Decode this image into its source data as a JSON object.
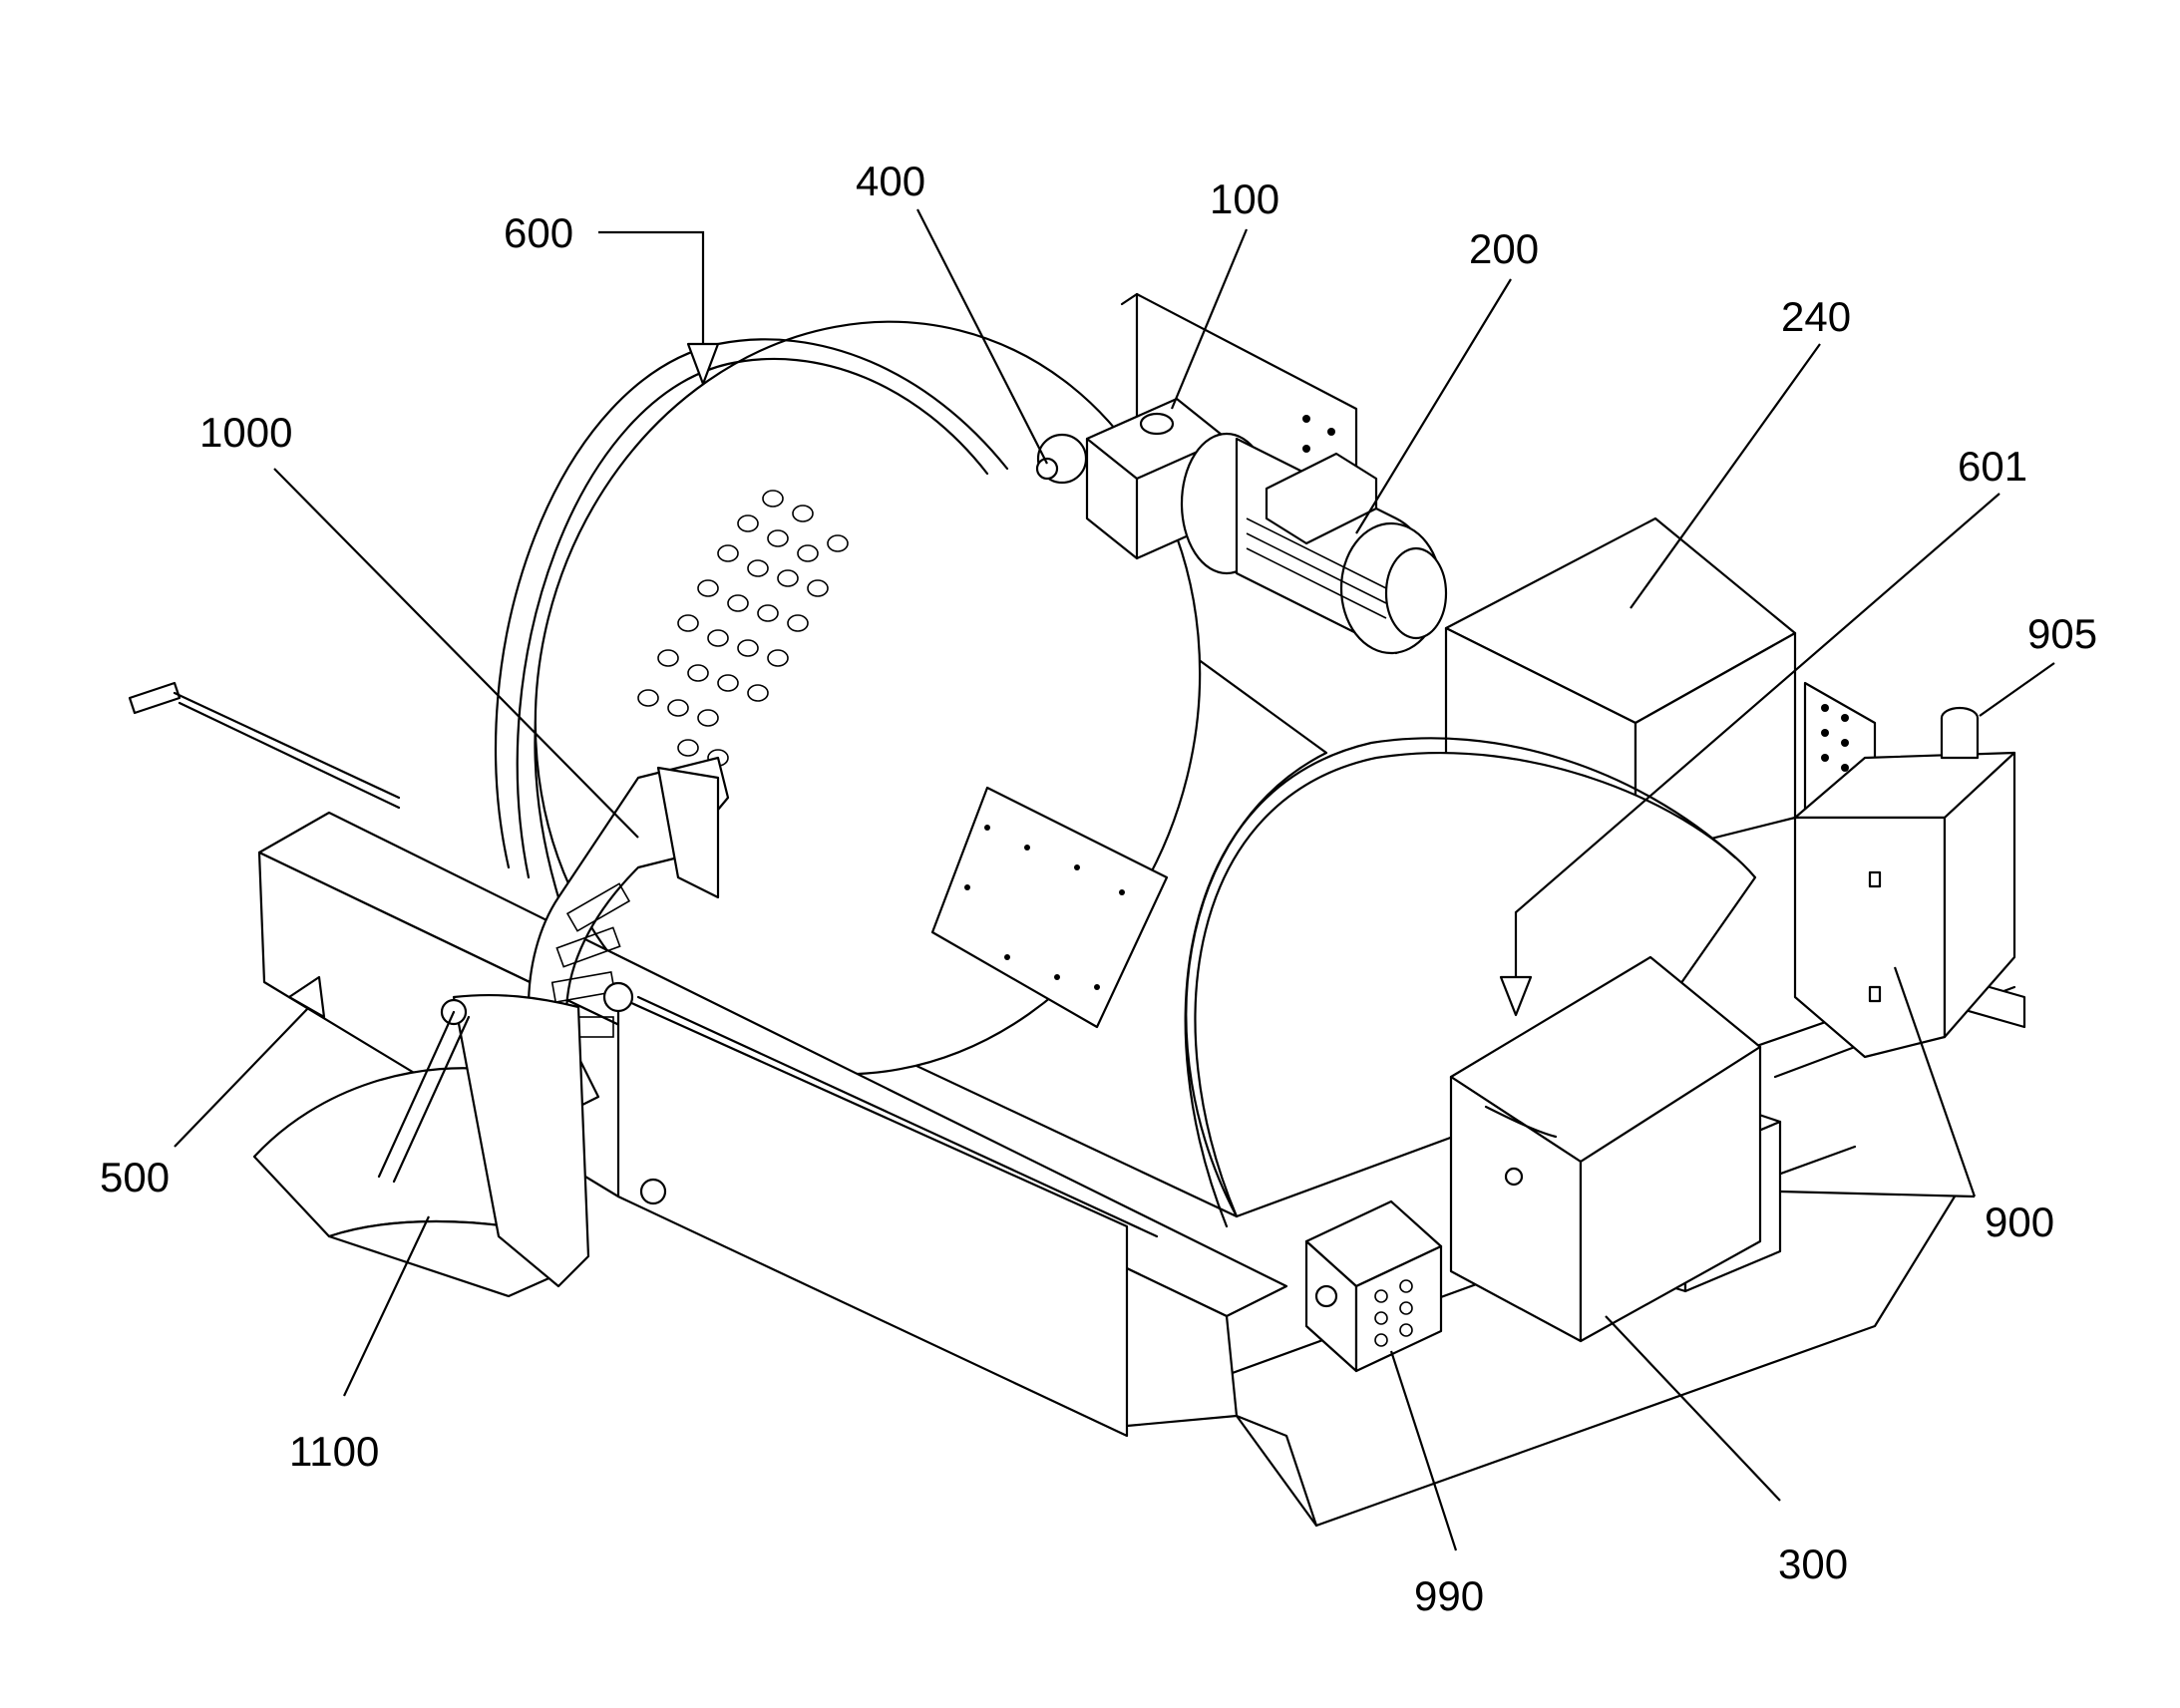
{
  "figure": {
    "labels": [
      {
        "id": "400",
        "text": "400"
      },
      {
        "id": "100",
        "text": "100"
      },
      {
        "id": "600",
        "text": "600"
      },
      {
        "id": "200",
        "text": "200"
      },
      {
        "id": "240",
        "text": "240"
      },
      {
        "id": "1000",
        "text": "1000"
      },
      {
        "id": "601",
        "text": "601"
      },
      {
        "id": "905",
        "text": "905"
      },
      {
        "id": "500",
        "text": "500"
      },
      {
        "id": "900",
        "text": "900"
      },
      {
        "id": "1100",
        "text": "1100"
      },
      {
        "id": "300",
        "text": "300"
      },
      {
        "id": "990",
        "text": "990"
      }
    ]
  }
}
